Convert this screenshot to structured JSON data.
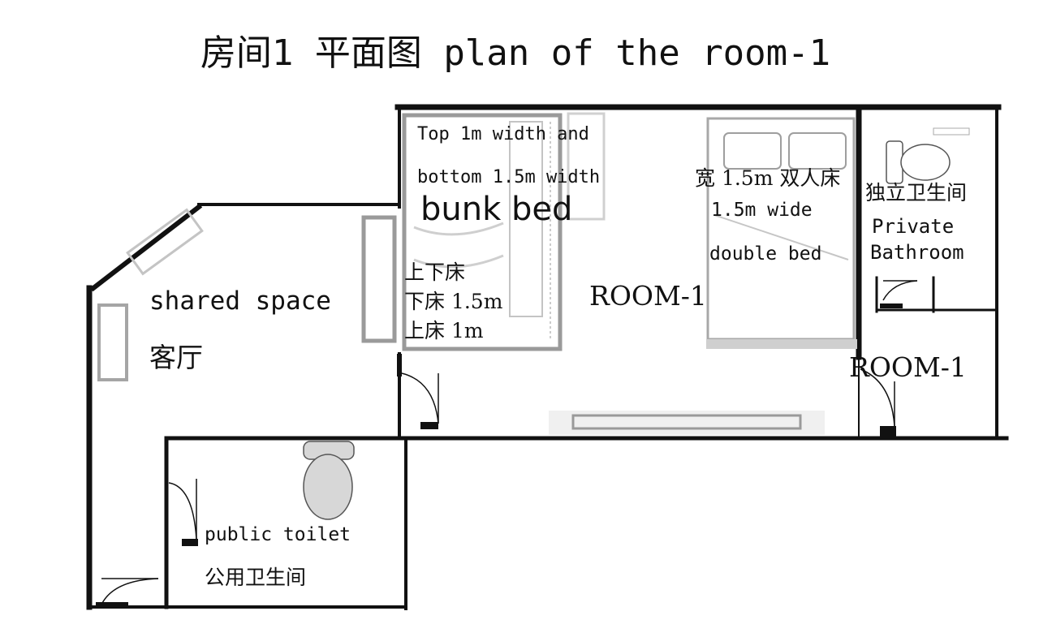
{
  "title": "房间1 平面图 plan of the room-1",
  "labels": {
    "bunk_desc_line1": "Top 1m width and",
    "bunk_desc_line2": "bottom 1.5m width",
    "bunk_bed": "bunk bed",
    "bunk_cn_1": "上下床",
    "bunk_cn_2": "下床 1.5m",
    "bunk_cn_3": "上床 1m",
    "double_bed_cn": "宽 1.5m 双人床",
    "double_bed_en_1": "1.5m wide",
    "double_bed_en_2": "double bed",
    "private_bath_cn": "独立卫生间",
    "private_bath_en_1": "Private",
    "private_bath_en_2": "Bathroom",
    "room_main": "ROOM-1",
    "room_corridor": "ROOM-1",
    "shared_space_en": "shared space",
    "shared_space_cn": "客厅",
    "public_toilet_en": "public toilet",
    "public_toilet_cn": "公用卫生间"
  },
  "colors": {
    "wall": "#111111",
    "furniture": "#bdbdbd",
    "fixture_fill": "#d7d7d7"
  }
}
